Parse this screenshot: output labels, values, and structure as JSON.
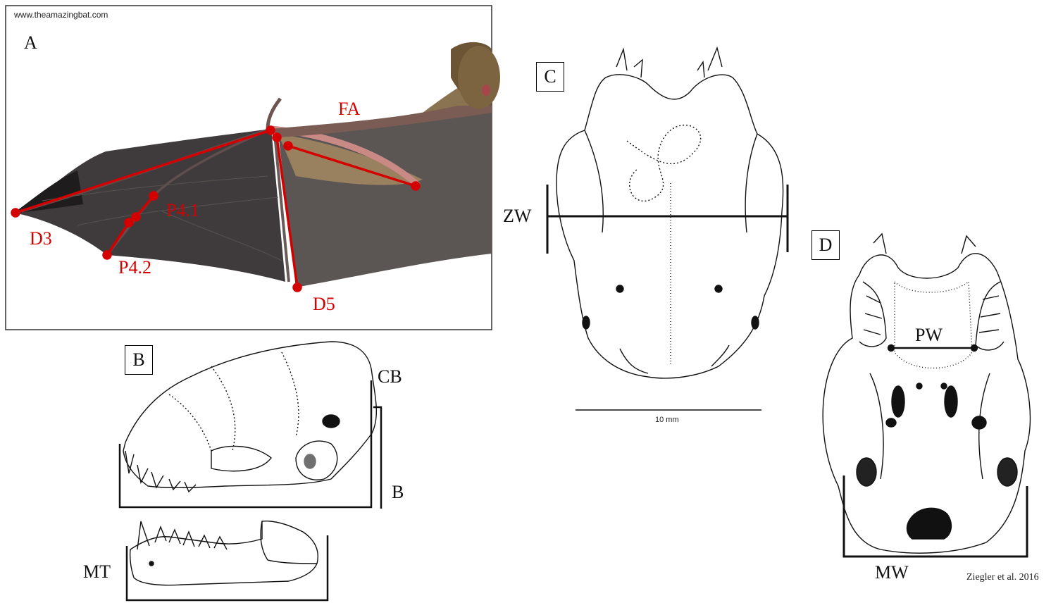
{
  "panelA": {
    "watermark": "www.theamazingbat.com",
    "label": "A",
    "measures": [
      "FA",
      "D3",
      "P4.1",
      "P4.2",
      "D5"
    ]
  },
  "panelB": {
    "label": "B",
    "measures": [
      "CB",
      "B",
      "MT"
    ]
  },
  "panelC": {
    "label": "C",
    "measure": "ZW",
    "scale_bar_label": "10 mm"
  },
  "panelD": {
    "label": "D",
    "measures": [
      "PW",
      "MW"
    ]
  },
  "credit": "Ziegler et al. 2016",
  "colors": {
    "measure_red": "#d40000",
    "ink": "#111111"
  }
}
